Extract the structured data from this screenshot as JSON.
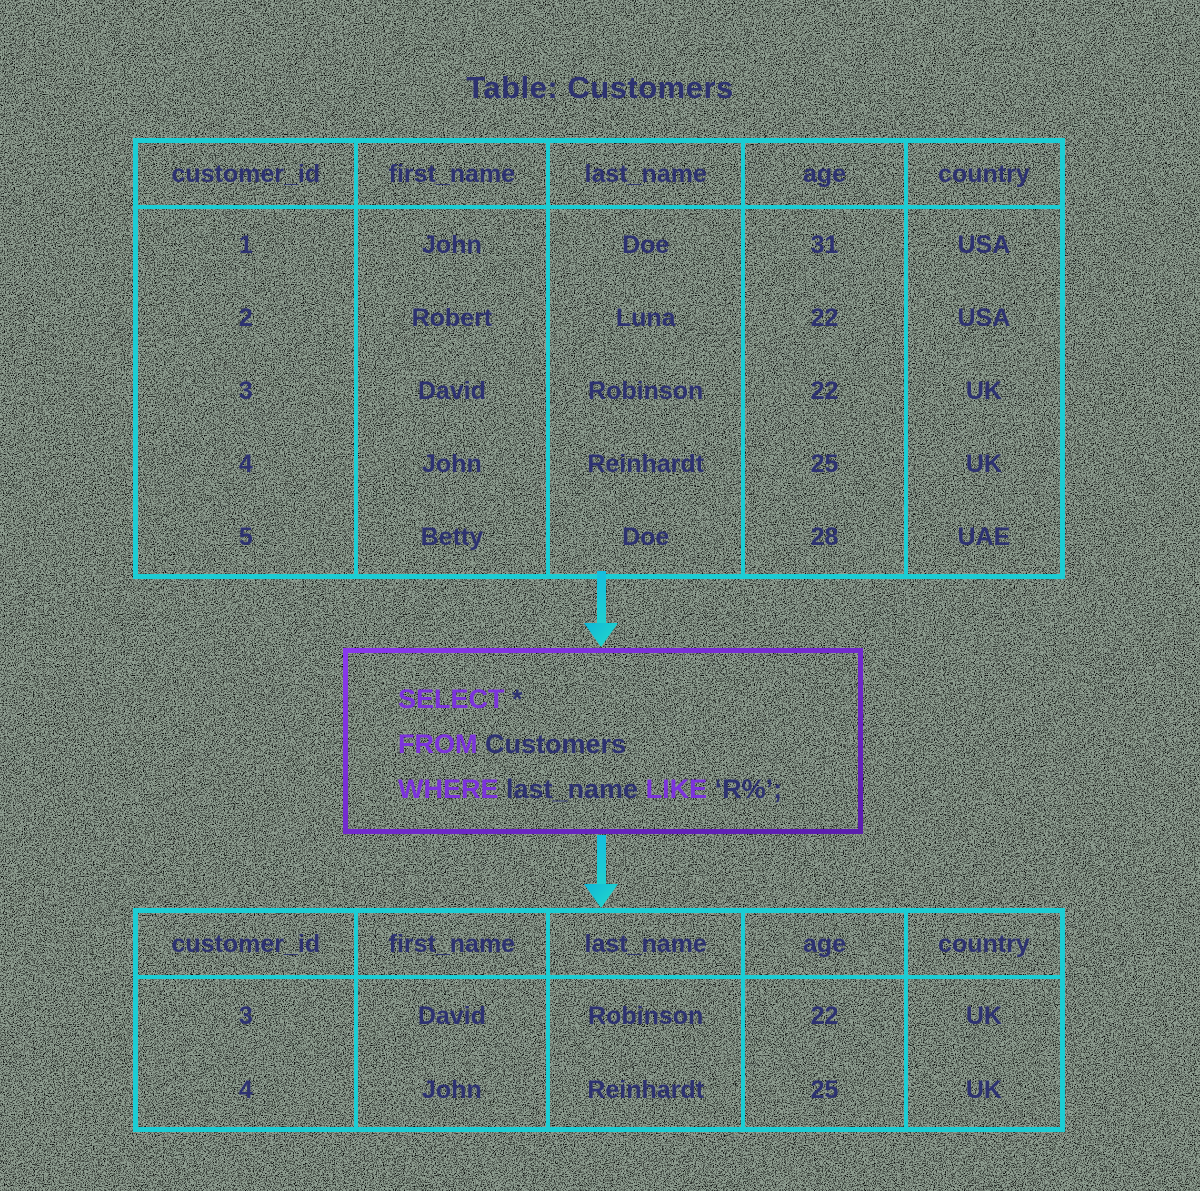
{
  "page": {
    "title": "Table: Customers"
  },
  "colors": {
    "cyan": "#1bcdd4",
    "navy": "#2d3271",
    "purple": "#7c33dd",
    "box_border_from": "#8939ee",
    "box_border_to": "#5a1dae",
    "background": "#8c9b8e"
  },
  "customers_table": {
    "columns": [
      "customer_id",
      "first_name",
      "last_name",
      "age",
      "country"
    ],
    "rows": [
      [
        "1",
        "John",
        "Doe",
        "31",
        "USA"
      ],
      [
        "2",
        "Robert",
        "Luna",
        "22",
        "USA"
      ],
      [
        "3",
        "David",
        "Robinson",
        "22",
        "UK"
      ],
      [
        "4",
        "John",
        "Reinhardt",
        "25",
        "UK"
      ],
      [
        "5",
        "Betty",
        "Doe",
        "28",
        "UAE"
      ]
    ]
  },
  "sql_query": {
    "text": "SELECT * FROM Customers WHERE last_name LIKE ‘R%’;",
    "lines": [
      [
        {
          "t": "SELECT",
          "c": "keyword"
        },
        {
          "t": " *",
          "c": "plain"
        }
      ],
      [
        {
          "t": "FROM",
          "c": "keyword"
        },
        {
          "t": " Customers",
          "c": "plain"
        }
      ],
      [
        {
          "t": "WHERE",
          "c": "keyword"
        },
        {
          "t": " last_name ",
          "c": "plain"
        },
        {
          "t": "LIKE",
          "c": "keyword"
        },
        {
          "t": " ‘R%’;",
          "c": "plain"
        }
      ]
    ]
  },
  "result_table": {
    "columns": [
      "customer_id",
      "first_name",
      "last_name",
      "age",
      "country"
    ],
    "rows": [
      [
        "3",
        "David",
        "Robinson",
        "22",
        "UK"
      ],
      [
        "4",
        "John",
        "Reinhardt",
        "25",
        "UK"
      ]
    ]
  }
}
